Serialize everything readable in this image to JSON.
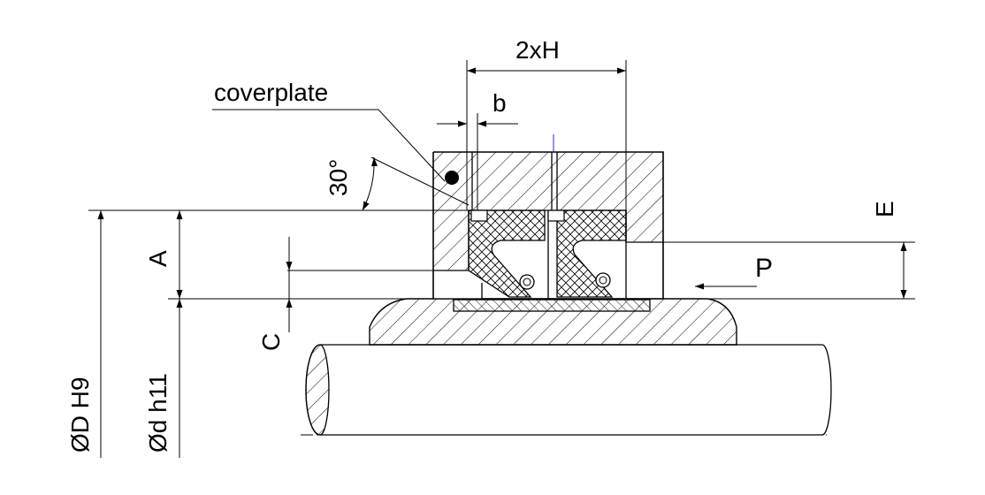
{
  "labels": {
    "two_h": "2xH",
    "b": "b",
    "coverplate": "coverplate",
    "angle": "30°",
    "a": "A",
    "c": "C",
    "e": "E",
    "p": "P",
    "bore_dia": "ØD H9",
    "rod_dia": "Ød h11"
  },
  "colors": {
    "line": "#000000",
    "marker": "#1a2fd0",
    "background": "#ffffff"
  }
}
